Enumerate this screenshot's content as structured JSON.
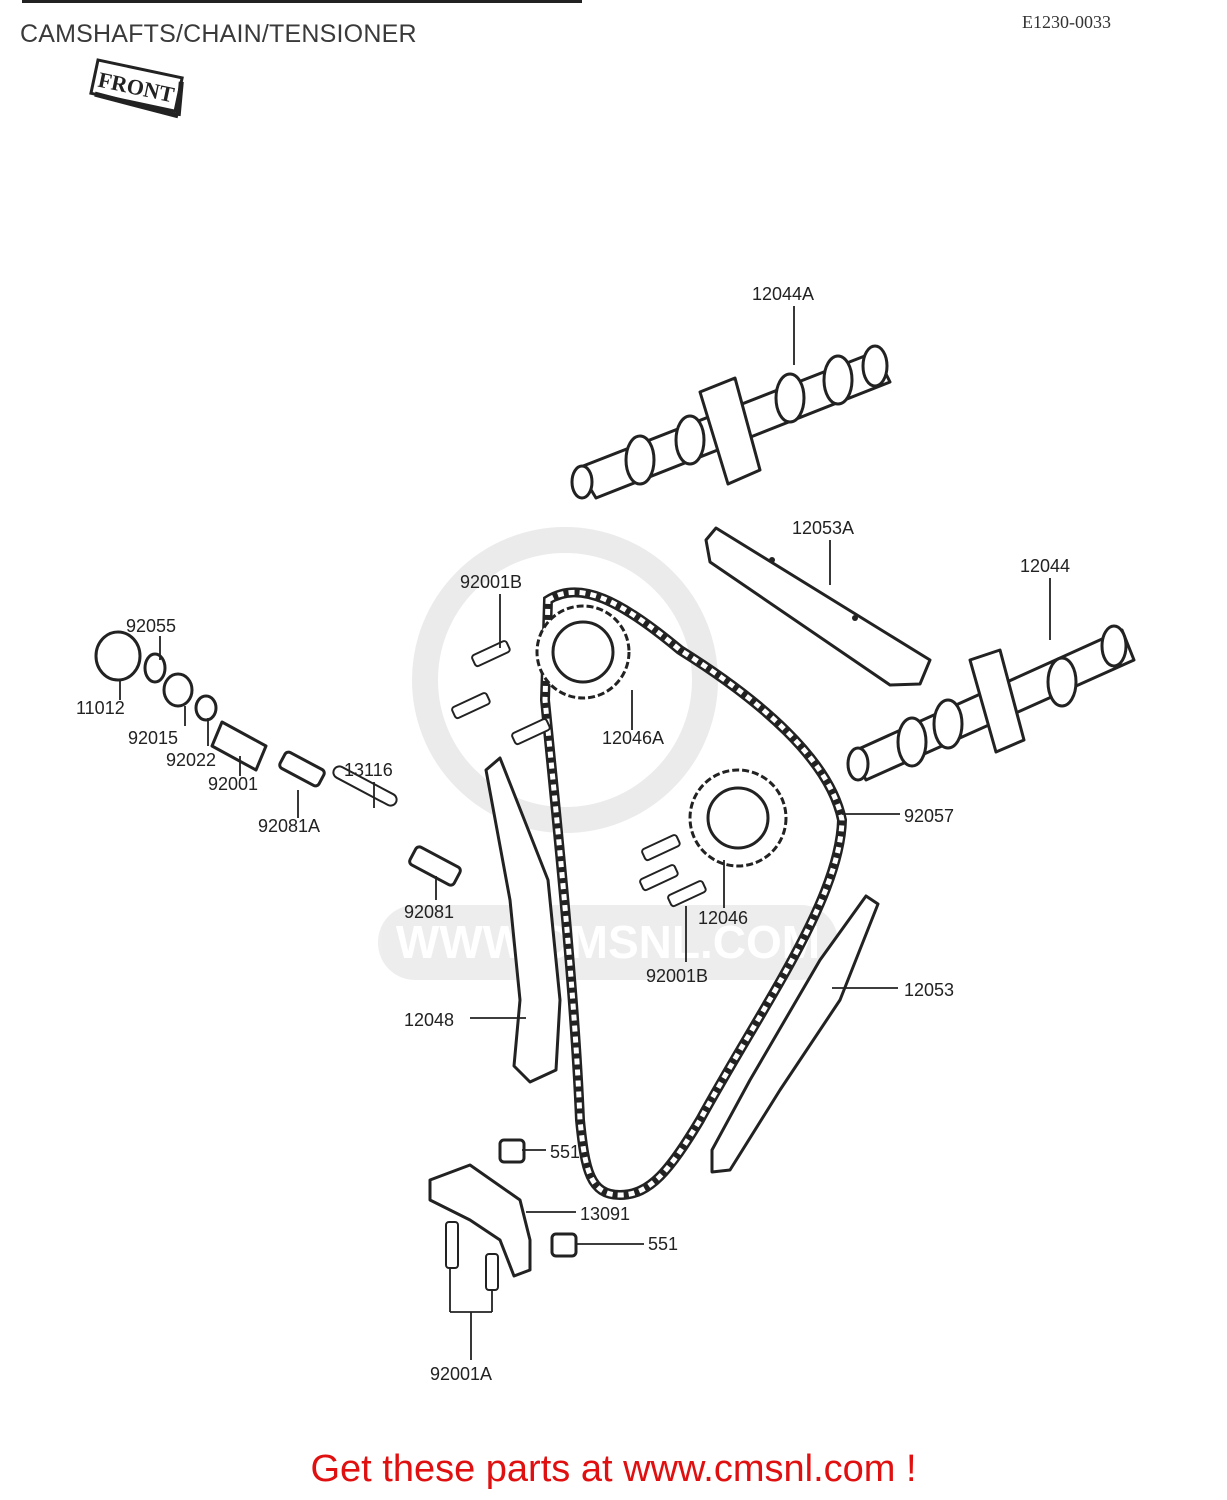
{
  "header": {
    "title": "CAMSHAFTS/CHAIN/TENSIONER",
    "diagram_code": "E1230-0033",
    "front_sign": "FRONT"
  },
  "watermark": {
    "text": "WWW.CMSNL.COM"
  },
  "parts": {
    "p12044A": "12044A",
    "p12053A": "12053A",
    "p12044": "12044",
    "p92001B_top": "92001B",
    "p92055": "92055",
    "p11012": "11012",
    "p92015": "92015",
    "p92022": "92022",
    "p92001": "92001",
    "p13116": "13116",
    "p92081A": "92081A",
    "p12046A": "12046A",
    "p92057": "92057",
    "p12046": "12046",
    "p92081": "92081",
    "p92001B_bottom": "92001B",
    "p12053": "12053",
    "p12048": "12048",
    "p551_top": "551",
    "p13091": "13091",
    "p551_bottom": "551",
    "p92001A": "92001A"
  },
  "footer": {
    "cta_text": "Get these parts at www.cmsnl.com !",
    "cta_color": "#e01010"
  }
}
